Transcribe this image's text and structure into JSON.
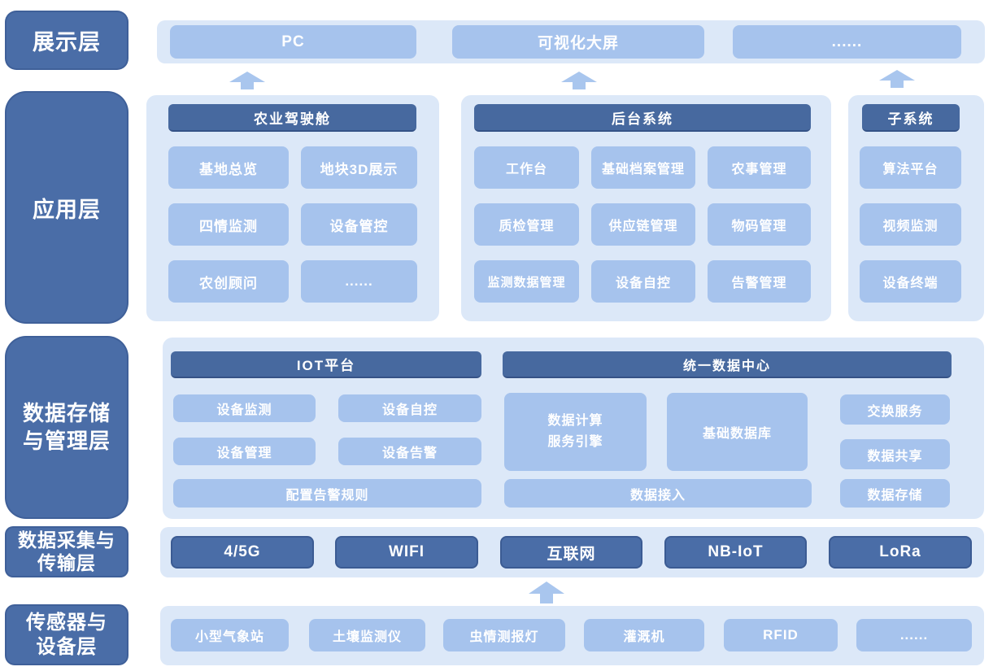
{
  "colors": {
    "layer_label_bg": "#4a6da7",
    "header_bg": "#47699f",
    "item_bg": "#a6c3ed",
    "container_bg": "#dce8f8",
    "text": "#ffffff"
  },
  "presentation": {
    "label": "展示层",
    "items": [
      "PC",
      "可视化大屏",
      "......"
    ]
  },
  "application": {
    "label": "应用层",
    "dashboard": {
      "title": "农业驾驶舱",
      "items": [
        "基地总览",
        "地块3D展示",
        "四情监测",
        "设备管控",
        "农创顾问",
        "......"
      ]
    },
    "backend": {
      "title": "后台系统",
      "items": [
        "工作台",
        "基础档案管理",
        "农事管理",
        "质检管理",
        "供应链管理",
        "物码管理",
        "监测数据管理",
        "设备自控",
        "告警管理"
      ]
    },
    "subsystem": {
      "title": "子系统",
      "items": [
        "算法平台",
        "视频监测",
        "设备终端"
      ]
    }
  },
  "storage": {
    "label_line1": "数据存储",
    "label_line2": "与管理层",
    "iot": {
      "title": "IOT平台",
      "items": [
        "设备监测",
        "设备自控",
        "设备管理",
        "设备告警",
        "配置告警规则"
      ]
    },
    "datacenter": {
      "title": "统一数据中心",
      "engine_line1": "数据计算",
      "engine_line2": "服务引擎",
      "items": [
        "基础数据库",
        "交换服务",
        "数据共享",
        "数据接入",
        "数据存储"
      ]
    }
  },
  "transmission": {
    "label_line1": "数据采集与",
    "label_line2": "传输层",
    "items": [
      "4/5G",
      "WIFI",
      "互联网",
      "NB-IoT",
      "LoRa"
    ]
  },
  "sensor": {
    "label_line1": "传感器与",
    "label_line2": "设备层",
    "items": [
      "小型气象站",
      "土壤监测仪",
      "虫情测报灯",
      "灌溉机",
      "RFID",
      "......"
    ]
  }
}
